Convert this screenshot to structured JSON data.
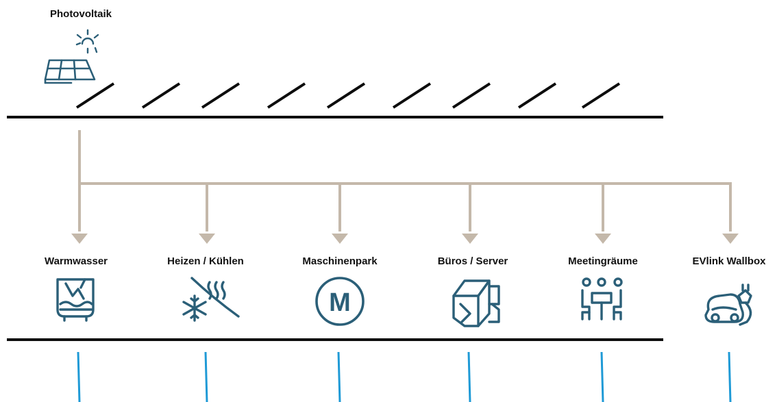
{
  "colors": {
    "flow": "#c4b8aa",
    "icon": "#2b5f78",
    "feed": "#1f9ad6",
    "ground": "#0d0d0d"
  },
  "source": {
    "label": "Photovoltaik",
    "icon": "solar-panel-icon"
  },
  "consumers": [
    {
      "id": "warmwasser",
      "label": "Warmwasser",
      "icon": "water-heater-icon"
    },
    {
      "id": "heizen-kuehlen",
      "label": "Heizen / Kühlen",
      "icon": "heat-cool-icon"
    },
    {
      "id": "maschinenpark",
      "label": "Maschinenpark",
      "icon": "motor-icon"
    },
    {
      "id": "bueros-server",
      "label": "Büros / Server",
      "icon": "office-building-icon"
    },
    {
      "id": "meetingraeume",
      "label": "Meetingräume",
      "icon": "meeting-room-icon"
    },
    {
      "id": "evlink-wallbox",
      "label": "EVlink Wallbox",
      "icon": "ev-charger-icon"
    }
  ]
}
